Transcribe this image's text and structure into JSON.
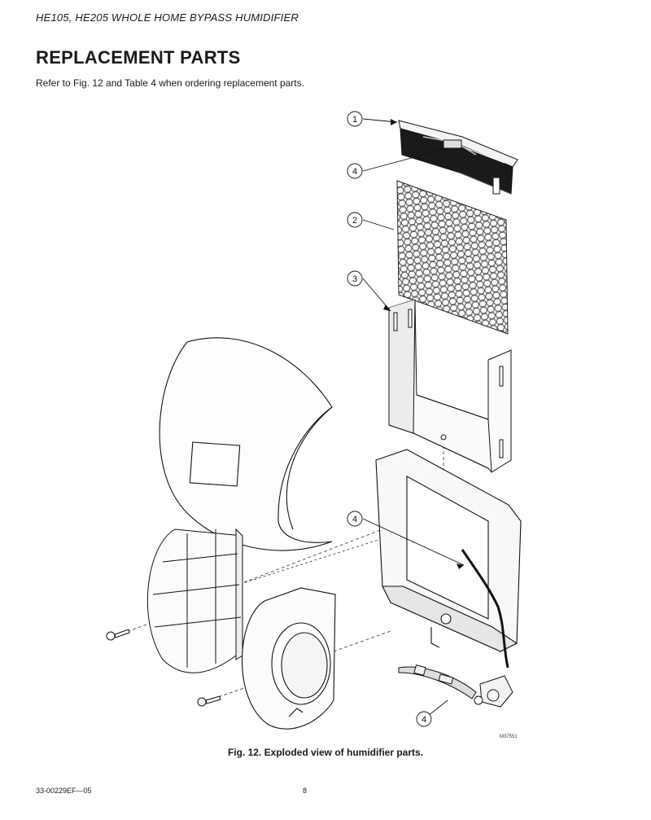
{
  "header": {
    "title": "HE105, HE205 WHOLE HOME BYPASS HUMIDIFIER"
  },
  "section": {
    "title": "REPLACEMENT PARTS",
    "intro": "Refer to Fig. 12 and Table 4 when ordering replacement parts."
  },
  "figure": {
    "callouts": [
      "1",
      "4",
      "2",
      "3",
      "4",
      "4"
    ],
    "drawing_code": "M37551",
    "caption": "Fig. 12. Exploded view of humidifier parts."
  },
  "footer": {
    "document_number": "33-00229EF—05",
    "page_number": "8"
  }
}
